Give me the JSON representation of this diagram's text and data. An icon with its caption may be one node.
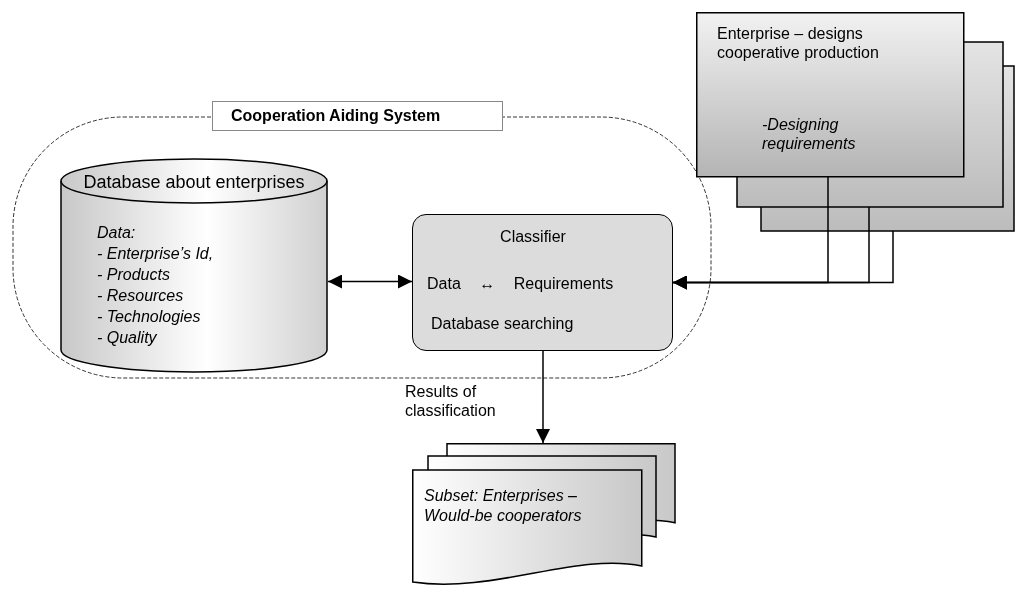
{
  "diagram": {
    "nodes": [
      {
        "text": [
          "Cooperation Aiding System"
        ]
      },
      {
        "text": [
          "Database about enterprises",
          "Data:",
          "- Enterprise’s Id,",
          "- Products",
          "- Resources",
          "- Technologies",
          "- Quality"
        ],
        "in": 0
      },
      {
        "text": [
          "Classifier",
          "Data ↔ Requirements",
          "Database searching"
        ],
        "in": 0
      },
      {
        "text": [
          "Enterprise – designs cooperative production",
          "-Designing requirements"
        ]
      },
      {
        "text": [
          "Subset: Enterprises – Would-be cooperators"
        ]
      }
    ],
    "edges": [
      {
        "from": 1,
        "to": 2,
        "arrow": "both"
      },
      {
        "from": 3,
        "to": 2,
        "arrow": "to"
      },
      {
        "from": 3,
        "to": 2,
        "arrow": "to"
      },
      {
        "from": 3,
        "to": 2,
        "arrow": "to"
      },
      {
        "from": 2,
        "to": 4,
        "arrow": "to",
        "label": "Results of classification"
      }
    ]
  }
}
